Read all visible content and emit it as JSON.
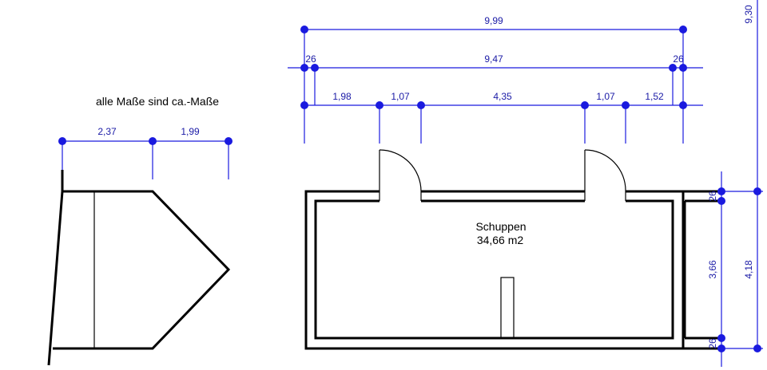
{
  "note": "alle Maße sind ca.-Maße",
  "room": {
    "name": "Schuppen",
    "area": "34,66 m2"
  },
  "dims_top": {
    "overall": "9,99",
    "inner": "9,47",
    "wall_left": "26",
    "wall_right": "26",
    "segments": [
      "1,98",
      "1,07",
      "4,35",
      "1,07",
      "1,52"
    ]
  },
  "dims_left": [
    "2,37",
    "1,99"
  ],
  "dims_right": {
    "total_height": "9,30",
    "outer": "4,18",
    "inner": "3,66",
    "wall_top": "26",
    "wall_bottom": "26"
  },
  "colors": {
    "dimension": "#1a1adf",
    "walls": "#000000"
  }
}
